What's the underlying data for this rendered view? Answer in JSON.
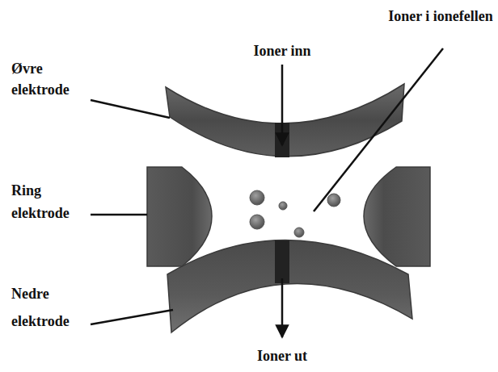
{
  "diagram": {
    "labels": [
      "Øvre elektrode",
      "Ring elektrode",
      "Nedre elektrode",
      "Ioner inn",
      "Ioner i ionefellen",
      "Ioner ut"
    ]
  }
}
